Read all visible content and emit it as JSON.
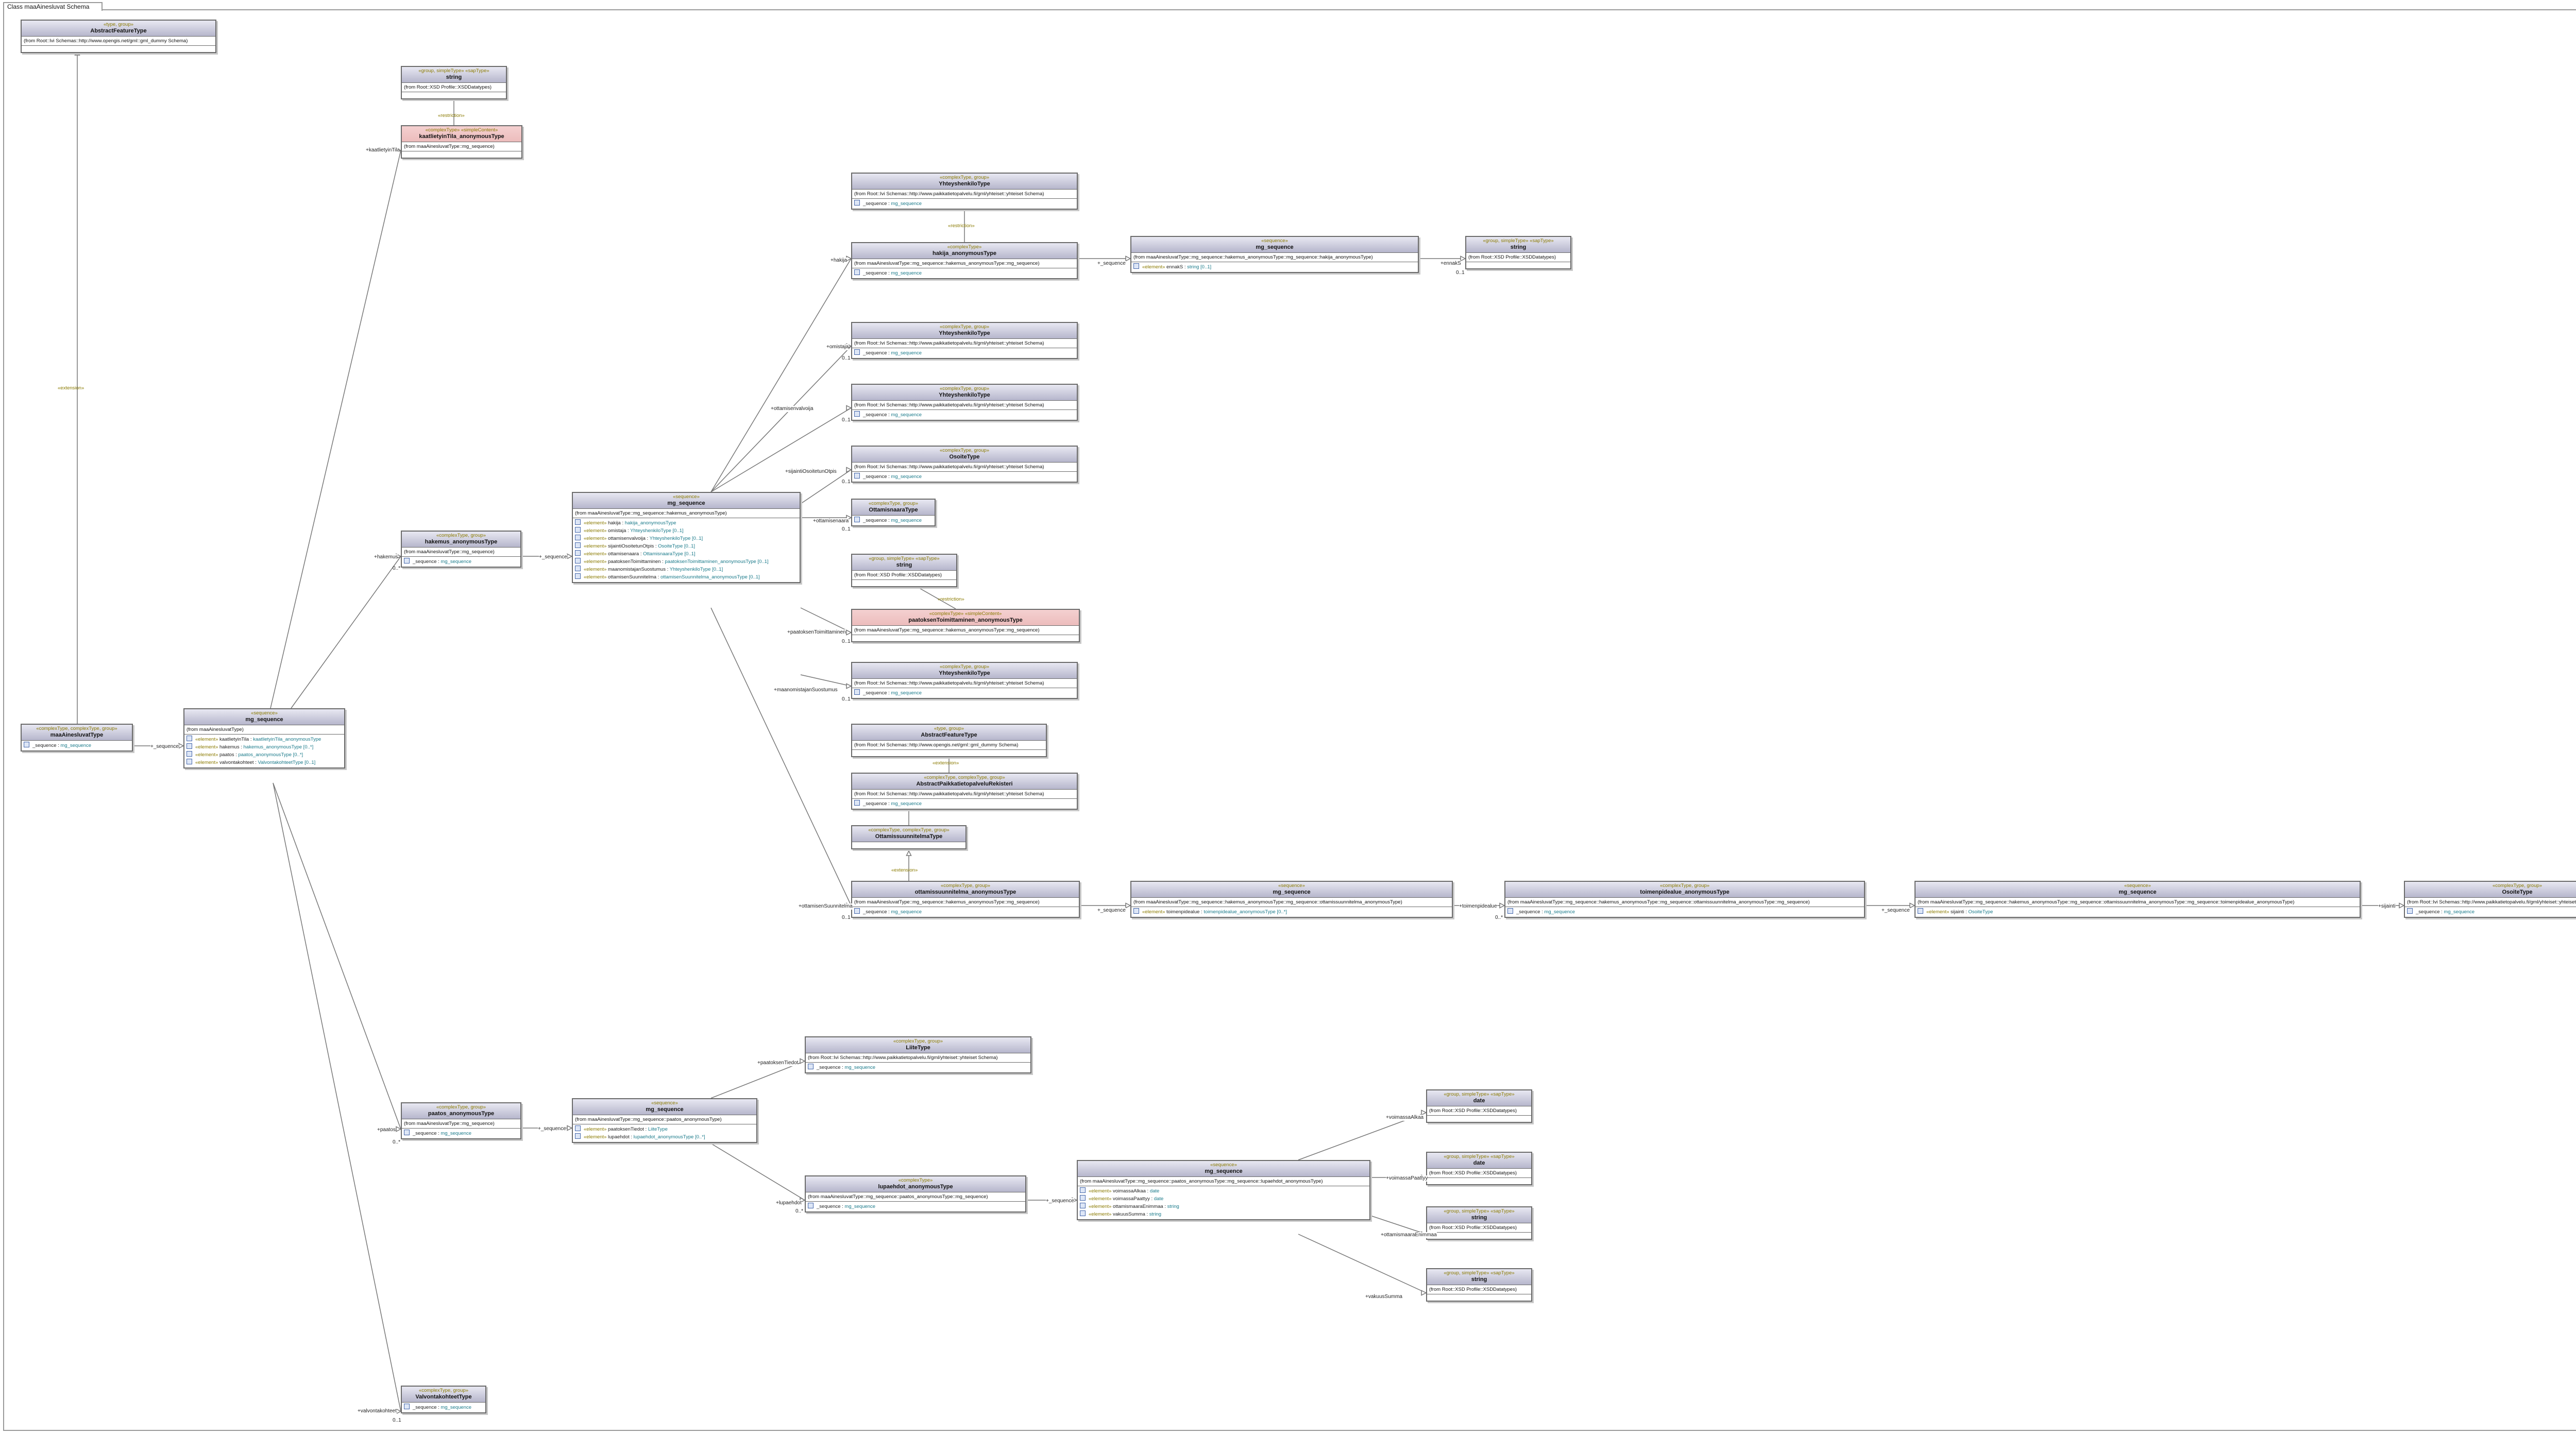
{
  "frame": {
    "title": "Class maaAinesluvat Schema"
  },
  "edge_stereotypes": {
    "restriction": "«restriction»",
    "extension": "«extension»"
  },
  "classes": {
    "afeTop": {
      "stereotype": "«type, group»",
      "name": "AbstractFeatureType",
      "from": "(from Root::Ivi Schemas::http://www.opengis.net/gml::gml_dummy Schema)"
    },
    "maaAines": {
      "stereotype": "«complexType, complexType, group»",
      "name": "maaAinesluvatType",
      "attrs": [
        {
          "st": "",
          "nm": "_sequence",
          "ty": "mg_sequence"
        }
      ]
    },
    "seqRoot": {
      "stereotype": "«sequence»",
      "name": "mg_sequence",
      "from": "(from maaAinesluvatType)",
      "attrs": [
        {
          "st": "«element»",
          "nm": "kaatlietyinTila",
          "ty": "kaatlietyinTila_anonymousType"
        },
        {
          "st": "«element»",
          "nm": "hakemus",
          "ty": "hakemus_anonymousType [0..*]"
        },
        {
          "st": "«element»",
          "nm": "paatos",
          "ty": "paatos_anonymousType [0..*]"
        },
        {
          "st": "«element»",
          "nm": "valvontakohteet",
          "ty": "ValvontakohteetType [0..1]"
        }
      ]
    },
    "stringTop": {
      "stereotype": "«group, simpleType» «sapType»",
      "name": "string",
      "from": "(from Root::XSD Profile::XSDDatatypes)"
    },
    "kaatTila": {
      "stereotype": "«complexType» «simpleContent»",
      "name": "kaatlietyinTila_anonymousType",
      "from": "(from maaAinesluvatType::mg_sequence)"
    },
    "hakemus": {
      "stereotype": "«complexType, group»",
      "name": "hakemus_anonymousType",
      "from": "(from maaAinesluvatType::mg_sequence)",
      "attrs": [
        {
          "st": "",
          "nm": "_sequence",
          "ty": "mg_sequence"
        }
      ]
    },
    "seqHak": {
      "stereotype": "«sequence»",
      "name": "mg_sequence",
      "from": "(from maaAinesluvatType::mg_sequence::hakemus_anonymousType)",
      "attrs": [
        {
          "st": "«element»",
          "nm": "hakija",
          "ty": "hakija_anonymousType"
        },
        {
          "st": "«element»",
          "nm": "omistaja",
          "ty": "YhteyshenkiloType [0..1]"
        },
        {
          "st": "«element»",
          "nm": "ottamisenvalvoija",
          "ty": "YhteyshenkiloType [0..1]"
        },
        {
          "st": "«element»",
          "nm": "sijaintiOsoitetunOtpis",
          "ty": "OsoiteType [0..1]"
        },
        {
          "st": "«element»",
          "nm": "ottamisenaara",
          "ty": "OttamisnaaraType [0..1]"
        },
        {
          "st": "«element»",
          "nm": "paatoksenToimittaminen",
          "ty": "paatoksenToimittaminen_anonymousType [0..1]"
        },
        {
          "st": "«element»",
          "nm": "maanomistajanSuostumus",
          "ty": "YhteyshenkiloType [0..1]"
        },
        {
          "st": "«element»",
          "nm": "ottamisenSuunnitelma",
          "ty": "ottamisenSuunnitelma_anonymousType [0..1]"
        }
      ]
    },
    "yht1": {
      "stereotype": "«complexType, group»",
      "name": "YhteyshenkiloType",
      "from": "(from Root::Ivi Schemas::http://www.paikkatietopalvelu.fi/gml/yhteiset::yhteiset Schema)",
      "attrs": [
        {
          "st": "",
          "nm": "_sequence",
          "ty": "mg_sequence"
        }
      ]
    },
    "hakija": {
      "stereotype": "«complexType»",
      "name": "hakija_anonymousType",
      "from": "(from maaAinesluvatType::mg_sequence::hakemus_anonymousType::mg_sequence)",
      "attrs": [
        {
          "st": "",
          "nm": "_sequence",
          "ty": "mg_sequence"
        }
      ]
    },
    "seqHakija": {
      "stereotype": "«sequence»",
      "name": "mg_sequence",
      "from": "(from maaAinesluvatType::mg_sequence::hakemus_anonymousType::mg_sequence::hakija_anonymousType)",
      "attrs": [
        {
          "st": "«element»",
          "nm": "ennakS",
          "ty": "string [0..1]"
        }
      ]
    },
    "stringHakija": {
      "stereotype": "«group, simpleType» «sapType»",
      "name": "string",
      "from": "(from Root::XSD Profile::XSDDatatypes)"
    },
    "yht2": {
      "stereotype": "«complexType, group»",
      "name": "YhteyshenkiloType",
      "from": "(from Root::Ivi Schemas::http://www.paikkatietopalvelu.fi/gml/yhteiset::yhteiset Schema)",
      "attrs": [
        {
          "st": "",
          "nm": "_sequence",
          "ty": "mg_sequence"
        }
      ]
    },
    "yht3": {
      "stereotype": "«complexType, group»",
      "name": "YhteyshenkiloType",
      "from": "(from Root::Ivi Schemas::http://www.paikkatietopalvelu.fi/gml/yhteiset::yhteiset Schema)",
      "attrs": [
        {
          "st": "",
          "nm": "_sequence",
          "ty": "mg_sequence"
        }
      ]
    },
    "osoite": {
      "stereotype": "«complexType, group»",
      "name": "OsoiteType",
      "from": "(from Root::Ivi Schemas::http://www.paikkatietopalvelu.fi/gml/yhteiset::yhteiset Schema)",
      "attrs": [
        {
          "st": "",
          "nm": "_sequence",
          "ty": "mg_sequence"
        }
      ]
    },
    "ottNaara": {
      "stereotype": "«complexType, group»",
      "name": "OttamisnaaraType",
      "attrs": [
        {
          "st": "",
          "nm": "_sequence",
          "ty": "mg_sequence"
        }
      ]
    },
    "stringMid": {
      "stereotype": "«group, simpleType» «sapType»",
      "name": "string",
      "from": "(from Root::XSD Profile::XSDDatatypes)"
    },
    "paatToim": {
      "stereotype": "«complexType» «simpleContent»",
      "name": "paatoksenToimittaminen_anonymousType",
      "from": "(from maaAinesluvatType::mg_sequence::hakemus_anonymousType::mg_sequence)"
    },
    "yht4": {
      "stereotype": "«complexType, group»",
      "name": "YhteyshenkiloType",
      "from": "(from Root::Ivi Schemas::http://www.paikkatietopalvelu.fi/gml/yhteiset::yhteiset Schema)",
      "attrs": [
        {
          "st": "",
          "nm": "_sequence",
          "ty": "mg_sequence"
        }
      ]
    },
    "afeMid": {
      "stereotype": "«type, group»",
      "name": "AbstractFeatureType",
      "from": "(from Root::Ivi Schemas::http://www.opengis.net/gml::gml_dummy Schema)"
    },
    "apdr": {
      "stereotype": "«complexType, complexType, group»",
      "name": "AbstractPaikkatietopalveluRekisteri",
      "from": "(from Root::Ivi Schemas::http://www.paikkatietopalvelu.fi/gml/yhteiset::yhteiset Schema)",
      "attrs": [
        {
          "st": "",
          "nm": "_sequence",
          "ty": "mg_sequence"
        }
      ]
    },
    "ottSuunT": {
      "stereotype": "«complexType, complexType, group»",
      "name": "OttamissuunnitelmaType"
    },
    "ottSuunAnon": {
      "stereotype": "«complexType, group»",
      "name": "ottamissuunnitelma_anonymousType",
      "from": "(from maaAinesluvatType::mg_sequence::hakemus_anonymousType::mg_sequence)",
      "attrs": [
        {
          "st": "",
          "nm": "_sequence",
          "ty": "mg_sequence"
        }
      ]
    },
    "seqOtt": {
      "stereotype": "«sequence»",
      "name": "mg_sequence",
      "from": "(from maaAinesluvatType::mg_sequence::hakemus_anonymousType::mg_sequence::ottamissuunnitelma_anonymousType)",
      "attrs": [
        {
          "st": "«element»",
          "nm": "toimenpidealue",
          "ty": "toimenpidealue_anonymousType [0..*]"
        }
      ]
    },
    "toimAnon": {
      "stereotype": "«complexType, group»",
      "name": "toimenpidealue_anonymousType",
      "from": "(from maaAinesluvatType::mg_sequence::hakemus_anonymousType::mg_sequence::ottamissuunnitelma_anonymousType::mg_sequence)",
      "attrs": [
        {
          "st": "",
          "nm": "_sequence",
          "ty": "mg_sequence"
        }
      ]
    },
    "seqToim": {
      "stereotype": "«sequence»",
      "name": "mg_sequence",
      "from": "(from maaAinesluvatType::mg_sequence::hakemus_anonymousType::mg_sequence::ottamissuunnitelma_anonymousType::mg_sequence::toimenpidealue_anonymousType)",
      "attrs": [
        {
          "st": "«element»",
          "nm": "sijainti",
          "ty": "OsoiteType"
        }
      ]
    },
    "osoiteFar": {
      "stereotype": "«complexType, group»",
      "name": "OsoiteType",
      "from": "(from Root::Ivi Schemas::http://www.paikkatietopalvelu.fi/gml/yhteiset::yhteiset Schema)",
      "attrs": [
        {
          "st": "",
          "nm": "_sequence",
          "ty": "mg_sequence"
        }
      ]
    },
    "lupa": {
      "stereotype": "«complexType, group»",
      "name": "LiiteType",
      "from": "(from Root::Ivi Schemas::http://www.paikkatietopalvelu.fi/gml/yhteiset::yhteiset Schema)",
      "attrs": [
        {
          "st": "",
          "nm": "_sequence",
          "ty": "mg_sequence"
        }
      ]
    },
    "paatos": {
      "stereotype": "«complexType, group»",
      "name": "paatos_anonymousType",
      "from": "(from maaAinesluvatType::mg_sequence)",
      "attrs": [
        {
          "st": "",
          "nm": "_sequence",
          "ty": "mg_sequence"
        }
      ]
    },
    "seqPaat": {
      "stereotype": "«sequence»",
      "name": "mg_sequence",
      "from": "(from maaAinesluvatType::mg_sequence::paatos_anonymousType)",
      "attrs": [
        {
          "st": "«element»",
          "nm": "paatoksenTiedot",
          "ty": "LiiteType"
        },
        {
          "st": "«element»",
          "nm": "lupaehdot",
          "ty": "lupaehdot_anonymousType [0..*]"
        }
      ]
    },
    "lupaehdot": {
      "stereotype": "«complexType»",
      "name": "lupaehdot_anonymousType",
      "from": "(from maaAinesluvatType::mg_sequence::paatos_anonymousType::mg_sequence)",
      "attrs": [
        {
          "st": "",
          "nm": "_sequence",
          "ty": "mg_sequence"
        }
      ]
    },
    "seqLupa": {
      "stereotype": "«sequence»",
      "name": "mg_sequence",
      "from": "(from maaAinesluvatType::mg_sequence::paatos_anonymousType::mg_sequence::lupaehdot_anonymousType)",
      "attrs": [
        {
          "st": "«element»",
          "nm": "voimassaAlkaa",
          "ty": "date"
        },
        {
          "st": "«element»",
          "nm": "voimassaPaattyy",
          "ty": "date"
        },
        {
          "st": "«element»",
          "nm": "ottamismaaraEnimmaa",
          "ty": "string"
        },
        {
          "st": "«element»",
          "nm": "vakuusSumma",
          "ty": "string"
        }
      ]
    },
    "dt1": {
      "stereotype": "«group, simpleType» «sapType»",
      "name": "date",
      "from": "(from Root::XSD Profile::XSDDatatypes)"
    },
    "dt2": {
      "stereotype": "«group, simpleType» «sapType»",
      "name": "date",
      "from": "(from Root::XSD Profile::XSDDatatypes)"
    },
    "str3": {
      "stereotype": "«group, simpleType» «sapType»",
      "name": "string",
      "from": "(from Root::XSD Profile::XSDDatatypes)"
    },
    "str4": {
      "stereotype": "«group, simpleType» «sapType»",
      "name": "string",
      "from": "(from Root::XSD Profile::XSDDatatypes)"
    },
    "valvonta": {
      "stereotype": "«complexType, group»",
      "name": "ValvontakohteetType",
      "attrs": [
        {
          "st": "",
          "nm": "_sequence",
          "ty": "mg_sequence"
        }
      ]
    }
  },
  "edges": {
    "kaatlietyinTila": {
      "role": "+kaatlietyinTila"
    },
    "hakemus": {
      "role": "+hakemus",
      "mult": "0..*"
    },
    "paatos": {
      "role": "+paatos",
      "mult": "0..*"
    },
    "valvontakohteet": {
      "role": "+valvontakohteet",
      "mult": "0..1"
    },
    "sequence1": {
      "role": "+_sequence"
    },
    "sequence2": {
      "role": "+_sequence"
    },
    "sequence3": {
      "role": "+_sequence"
    },
    "sequence4": {
      "role": "+_sequence"
    },
    "sequence5": {
      "role": "+_sequence"
    },
    "sequence6": {
      "role": "+_sequence"
    },
    "sequence7": {
      "role": "+_sequence"
    },
    "hakija": {
      "role": "+hakija"
    },
    "ennakS": {
      "role": "+ennakS",
      "mult": "0..1"
    },
    "omistaja": {
      "role": "+omistaja",
      "mult": "0..1"
    },
    "ottamisenvalvoija": {
      "role": "+ottamisenvalvoija",
      "mult": "0..1"
    },
    "sijaintiOsoitetunOtpis": {
      "role": "+sijaintiOsoitetunOtpis",
      "mult": "0..1"
    },
    "ottamisenaara": {
      "role": "+ottamisenaara",
      "mult": "0..1"
    },
    "paatoksenToimittaminen": {
      "role": "+paatoksenToimittaminen",
      "mult": "0..1"
    },
    "maanomistajanSuostumus": {
      "role": "+maanomistajanSuostumus",
      "mult": "0..1"
    },
    "ottamisenSuunnitelma": {
      "role": "+ottamisenSuunnitelma",
      "mult": "0..1"
    },
    "toimenpidealue": {
      "role": "+toimenpidealue",
      "mult": "0..*"
    },
    "sijainti": {
      "role": "+sijainti"
    },
    "paatoksenTiedot": {
      "role": "+paatoksenTiedot"
    },
    "lupaehdot": {
      "role": "+lupaehdot",
      "mult": "0..*"
    },
    "voimassaAlkaa": {
      "role": "+voimassaAlkaa"
    },
    "voimassaPaattyy": {
      "role": "+voimassaPaattyy"
    },
    "ottamismaara": {
      "role": "+ottamismaaraEnimmaa"
    },
    "vakuusSumma": {
      "role": "+vakuusSumma"
    }
  }
}
